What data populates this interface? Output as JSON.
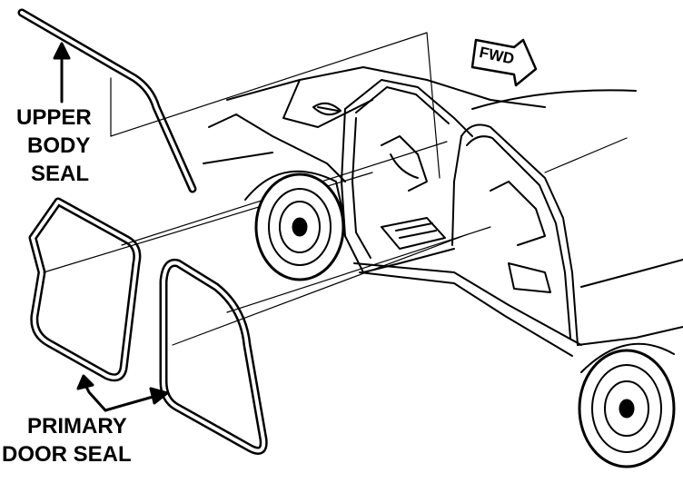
{
  "labels": {
    "upper_body_seal": [
      "UPPER",
      "BODY",
      "SEAL"
    ],
    "primary_door_seal": [
      "PRIMARY",
      "DOOR SEAL"
    ],
    "fwd": "FWD"
  },
  "colors": {
    "ink": "#000000",
    "paper": "#ffffff"
  }
}
